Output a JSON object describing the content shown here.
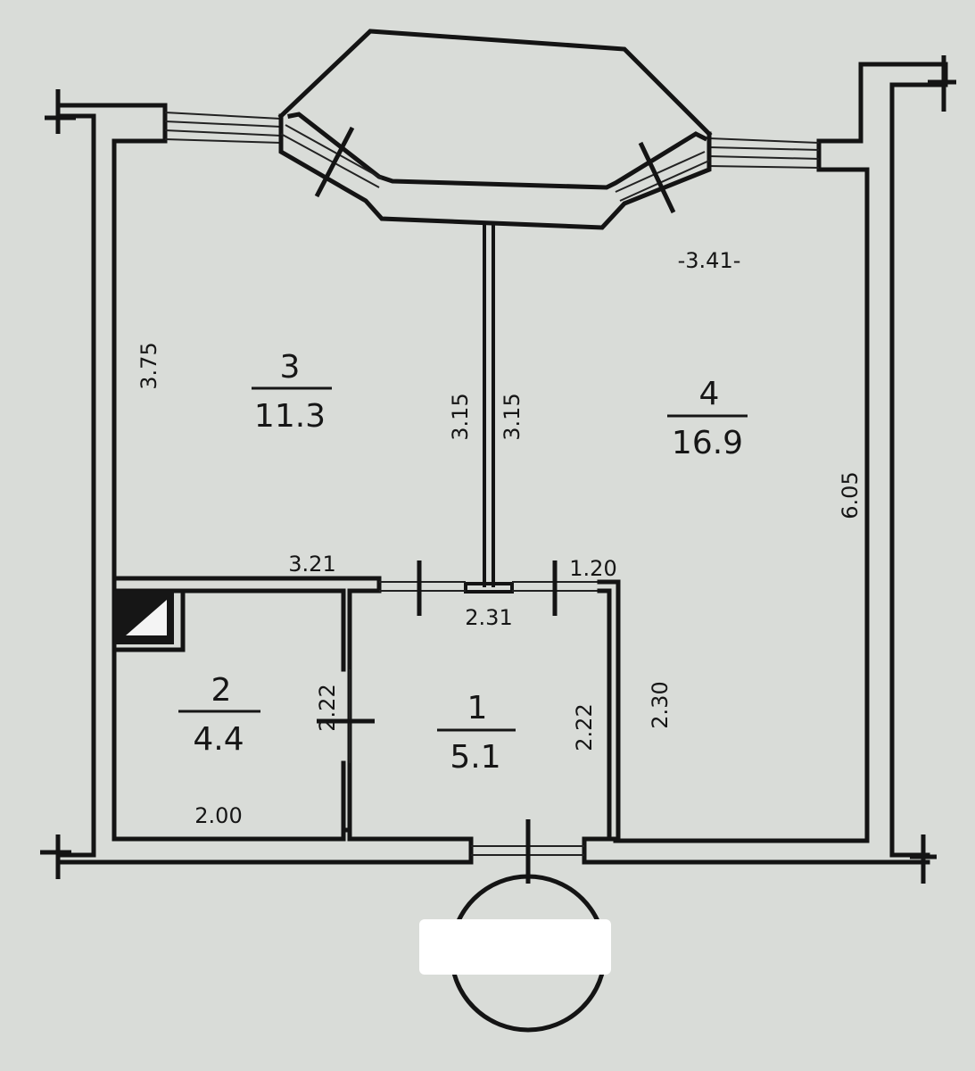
{
  "rooms": [
    {
      "number": "1",
      "area": "5.1"
    },
    {
      "number": "2",
      "area": "4.4"
    },
    {
      "number": "3",
      "area": "11.3"
    },
    {
      "number": "4",
      "area": "16.9"
    }
  ],
  "dimensions": {
    "top_right": "-3.41-",
    "room3_left": "3.75",
    "partition_left": "3.15",
    "partition_right": "3.15",
    "room4_right": "6.05",
    "room3_bottom": "3.21",
    "door_label": "1.20",
    "hall_top": "2.31",
    "room2_right": "2.22",
    "hall_right": "2.22",
    "room4_lower": "2.30",
    "room2_bottom": "2.00"
  },
  "colors": {
    "paper": "#d9dcd8",
    "ink": "#141414",
    "redaction": "#ffffff"
  }
}
